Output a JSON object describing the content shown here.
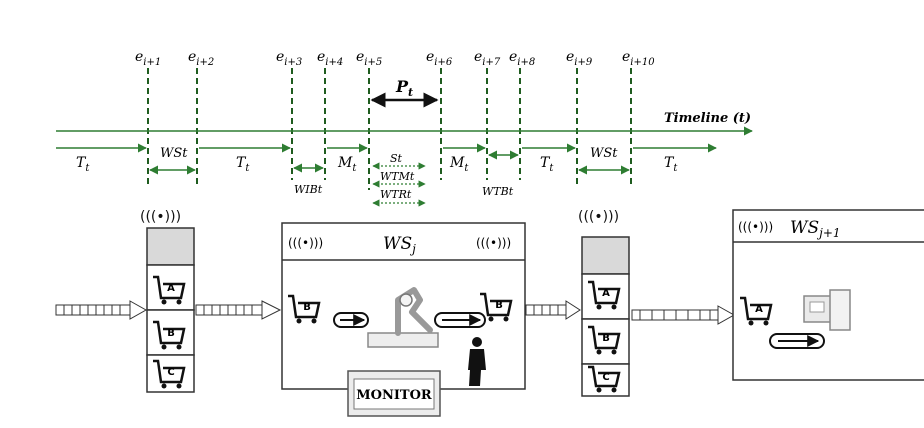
{
  "timeline": {
    "label": "Timeline",
    "label_var": "(t)",
    "events": [
      {
        "base": "e",
        "sub": "i+1"
      },
      {
        "base": "e",
        "sub": "i+2"
      },
      {
        "base": "e",
        "sub": "i+3"
      },
      {
        "base": "e",
        "sub": "i+4"
      },
      {
        "base": "e",
        "sub": "i+5"
      },
      {
        "base": "e",
        "sub": "i+6"
      },
      {
        "base": "e",
        "sub": "i+7"
      },
      {
        "base": "e",
        "sub": "i+8"
      },
      {
        "base": "e",
        "sub": "i+9"
      },
      {
        "base": "e",
        "sub": "i+10"
      }
    ],
    "period": {
      "base": "P",
      "sub": "t"
    },
    "segments": [
      {
        "base": "T",
        "sub": "t"
      },
      {
        "base": "WSt",
        "sub": ""
      },
      {
        "base": "T",
        "sub": "t"
      },
      {
        "base": "M",
        "sub": "t"
      },
      {
        "base": "M",
        "sub": "t"
      },
      {
        "base": "T",
        "sub": "t"
      },
      {
        "base": "WSt",
        "sub": ""
      },
      {
        "base": "T",
        "sub": "t"
      }
    ],
    "process_labels": [
      "St",
      "WTMt",
      "WTRt"
    ],
    "wait_labels": [
      "WIBt",
      "WTBt"
    ]
  },
  "stations": {
    "current": {
      "base": "WS",
      "sub": "j"
    },
    "next": {
      "base": "WS",
      "sub": "j+1"
    }
  },
  "monitor_label": "MONITOR",
  "buffer_left": [
    "A",
    "B",
    "C"
  ],
  "buffer_right": [
    "A",
    "B",
    "C"
  ],
  "cart_in": "B",
  "cart_out": "B",
  "cart_next": "A",
  "colors": {
    "line": "#1a1a1a",
    "dashed": "#1f5c1f",
    "arrow": "#2e7d32",
    "buffer_fill": "#d9d9d9",
    "monitor_fill": "#ececec"
  }
}
